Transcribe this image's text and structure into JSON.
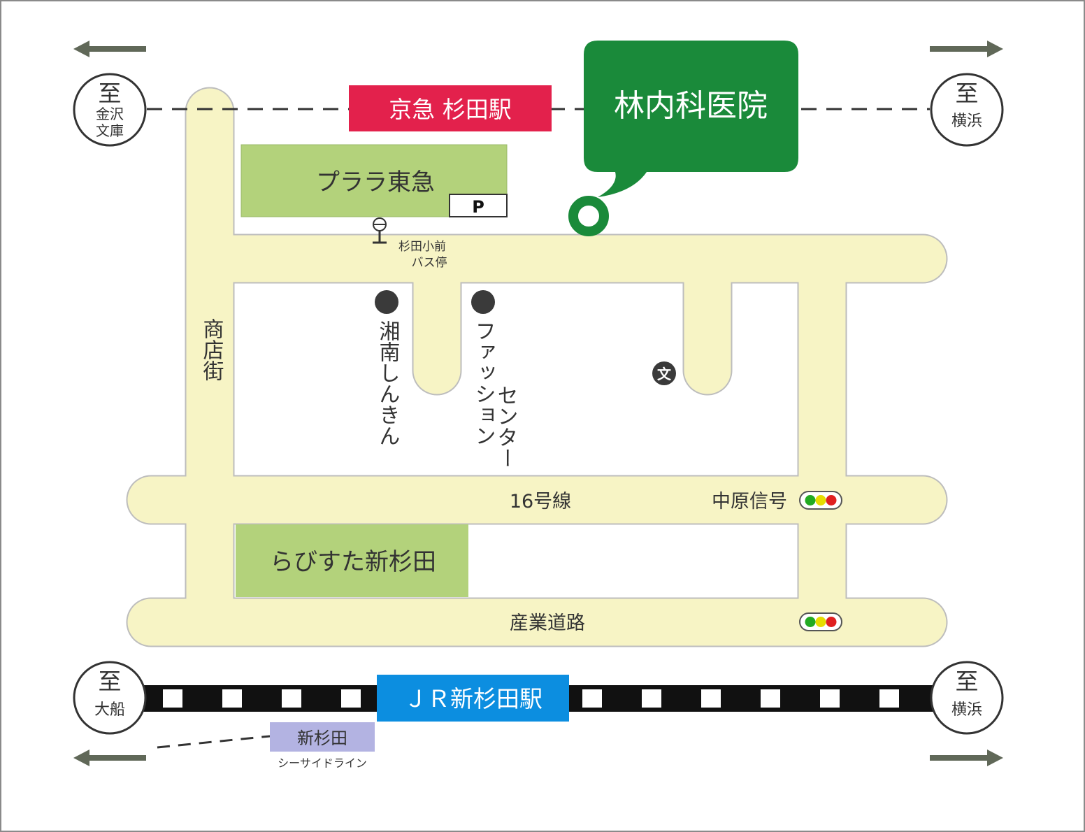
{
  "colors": {
    "road": "#f7f4c5",
    "road_edge": "#bdbdbd",
    "building": "#b3d27b",
    "keikyu": "#e3214c",
    "jr": "#0c8ee0",
    "clinic": "#1a8a3a",
    "seaside": "#b3b3e2",
    "arrow": "#606858",
    "dark": "#3a3a3a",
    "signal_green": "#22aa22",
    "signal_yellow": "#e6dc00",
    "signal_red": "#e02020"
  },
  "icons": {
    "bus_stop": "bus-stop-icon",
    "school": "school-icon",
    "parking": "parking-icon",
    "traffic_signal": "traffic-signal-icon",
    "clinic_marker": "location-ring-icon",
    "bank": "dot-marker-icon"
  },
  "clinic": {
    "name": "林内科医院"
  },
  "stations": {
    "keikyu": "京急 杉田駅",
    "jr": "ＪＲ新杉田駅",
    "seaside": "新杉田",
    "seaside_line": "シーサイドライン"
  },
  "directions": {
    "top_left": {
      "to": "至",
      "place_line1": "金沢",
      "place_line2": "文庫"
    },
    "top_right": {
      "to": "至",
      "place": "横浜"
    },
    "bottom_left": {
      "to": "至",
      "place": "大船"
    },
    "bottom_right": {
      "to": "至",
      "place": "横浜"
    }
  },
  "buildings": {
    "plala": "プララ東急",
    "parking": "P",
    "lavista": "らびすた新杉田"
  },
  "landmarks": {
    "bus_stop_line1": "杉田小前",
    "bus_stop_line2": "バス停",
    "shotengai": "商店街",
    "shonan_shinkin": "湘南しんきん",
    "fashion_center_line1": "ファッション",
    "fashion_center_line2": "センター",
    "school_symbol": "文"
  },
  "roads": {
    "route16": "16号線",
    "nakahara_signal": "中原信号",
    "sangyo": "産業道路"
  }
}
